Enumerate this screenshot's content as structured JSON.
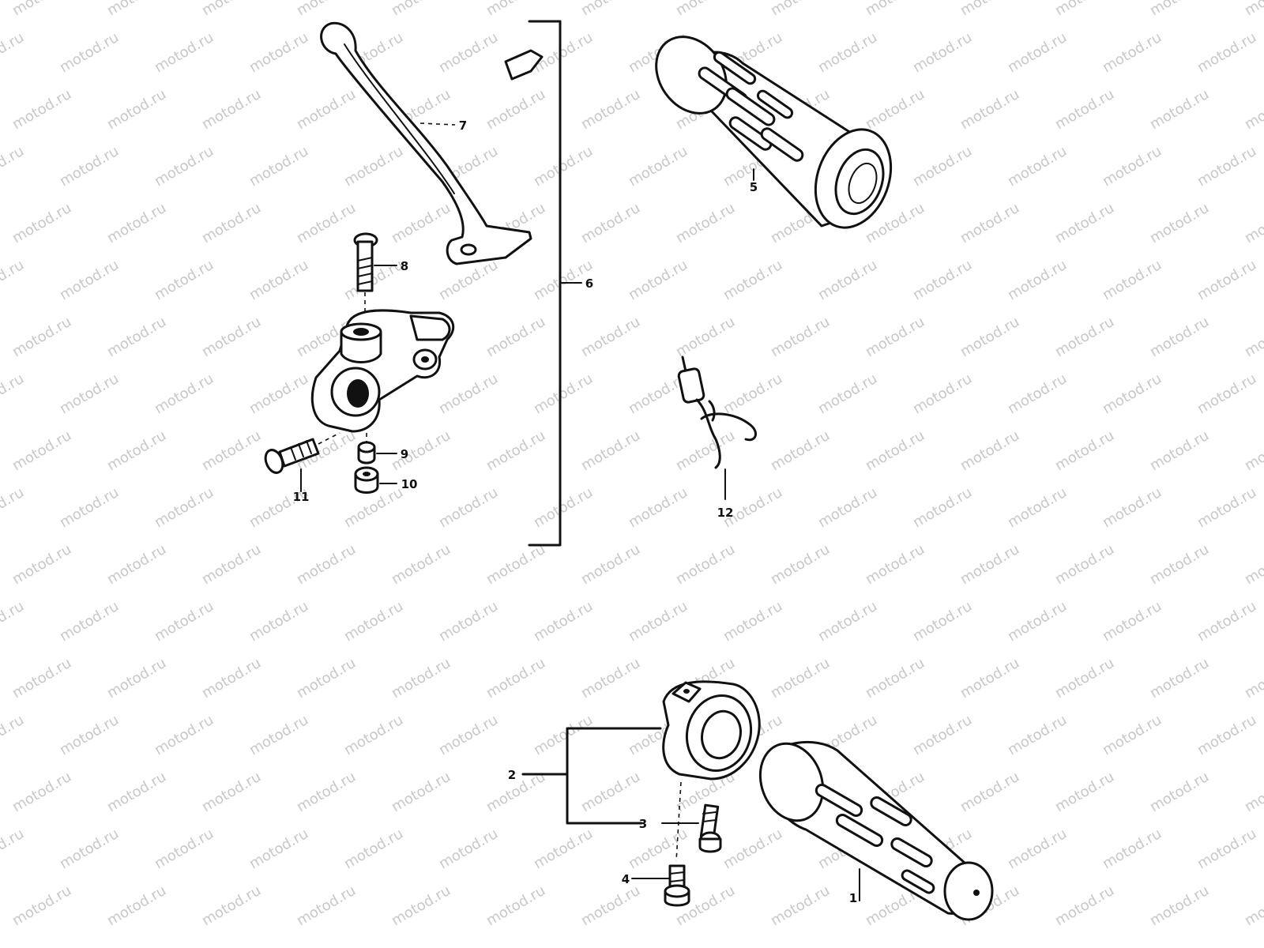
{
  "watermark": {
    "text": "motod.ru",
    "color": "#c8c8c8"
  },
  "callouts": [
    {
      "id": "1",
      "label": "1"
    },
    {
      "id": "2",
      "label": "2"
    },
    {
      "id": "3",
      "label": "3"
    },
    {
      "id": "4",
      "label": "4"
    },
    {
      "id": "5",
      "label": "5"
    },
    {
      "id": "6",
      "label": "6"
    },
    {
      "id": "7",
      "label": "7"
    },
    {
      "id": "8",
      "label": "8"
    },
    {
      "id": "9",
      "label": "9"
    },
    {
      "id": "10",
      "label": "10"
    },
    {
      "id": "11",
      "label": "11"
    },
    {
      "id": "12",
      "label": "12"
    }
  ]
}
